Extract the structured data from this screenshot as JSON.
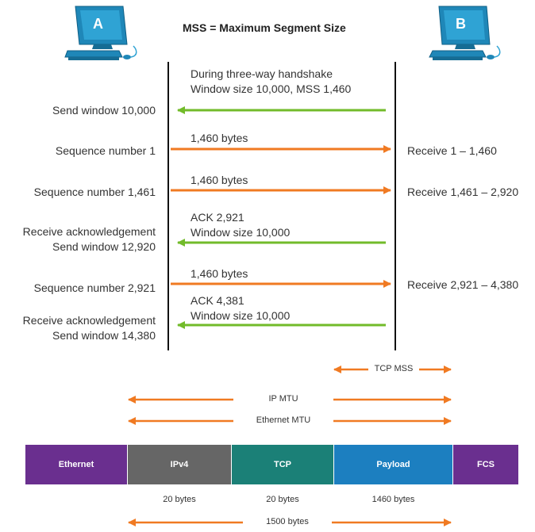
{
  "title": "MSS = Maximum Segment Size",
  "hosts": {
    "a": "A",
    "b": "B"
  },
  "handshake": {
    "line1": "During three-way handshake",
    "line2": "Window size 10,000, MSS 1,460"
  },
  "left": {
    "send_window_1": "Send window 10,000",
    "seq_1": "Sequence number 1",
    "seq_2": "Sequence number 1,461",
    "recv_ack_1": "Receive acknowledgement",
    "send_window_2": "Send window 12,920",
    "seq_3": "Sequence number 2,921",
    "recv_ack_2": "Receive acknowledgement",
    "send_window_3": "Send window 14,380"
  },
  "middle": {
    "bytes_1": "1,460 bytes",
    "bytes_2": "1,460 bytes",
    "ack_1": "ACK 2,921",
    "win_1": "Window size 10,000",
    "bytes_3": "1,460 bytes",
    "ack_2": "ACK 4,381",
    "win_2": "Window size 10,000"
  },
  "right": {
    "recv_1": "Receive 1 – 1,460",
    "recv_2": "Receive 1,461 – 2,920",
    "recv_3": "Receive 2,921 – 4,380"
  },
  "spans": {
    "tcp_mss": "TCP MSS",
    "ip_mtu": "IP MTU",
    "ethernet_mtu": "Ethernet MTU",
    "total": "1500 bytes"
  },
  "frame": {
    "ethernet": "Ethernet",
    "ipv4": "IPv4",
    "tcp": "TCP",
    "payload": "Payload",
    "fcs": "FCS"
  },
  "sizes": {
    "ipv4": "20 bytes",
    "tcp": "20 bytes",
    "payload": "1460 bytes"
  },
  "colors": {
    "orange_arrow": "#f07a22",
    "green_arrow": "#72bb2a",
    "ethernet": "#6a2f8f",
    "ipv4": "#666666",
    "tcp": "#1b8077",
    "payload": "#1c7fc0",
    "fcs": "#6a2f8f",
    "computer": "#1f87b8"
  }
}
